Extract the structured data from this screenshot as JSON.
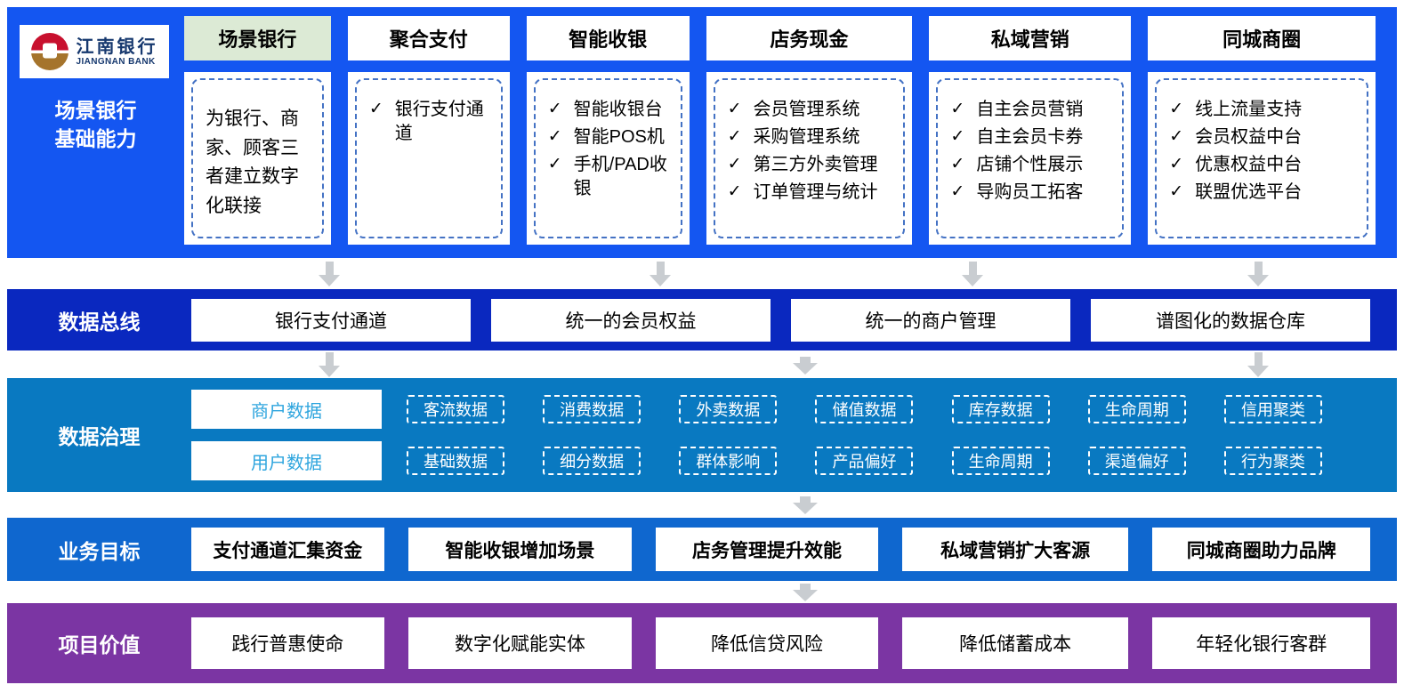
{
  "bank": {
    "name_cn": "江南银行",
    "name_en": "JIANGNAN BANK"
  },
  "icons": {
    "check": "✓"
  },
  "colors": {
    "capability_blue": "#1456F1",
    "bus_dark_blue": "#0A28BF",
    "governance_blue": "#0979C1",
    "goals_blue": "#0F67CF",
    "values_purple": "#7B35A3",
    "header_highlight_green": "#DCEAD5",
    "dashed_border_blue": "#4472C4",
    "category_text_blue": "#2EA5DE",
    "arrow_gray": "#C9CDD1"
  },
  "capability_section": {
    "side_label_line1": "场景银行",
    "side_label_line2": "基础能力",
    "columns": [
      {
        "header": "场景银行",
        "highlight": true,
        "paragraph": "为银行、商家、顾客三者建立数字化联接"
      },
      {
        "header": "聚合支付",
        "items": [
          "银行支付通道"
        ]
      },
      {
        "header": "智能收银",
        "items": [
          "智能收银台",
          "智能POS机",
          "手机/PAD收银"
        ]
      },
      {
        "header": "店务现金",
        "items": [
          "会员管理系统",
          "采购管理系统",
          "第三方外卖管理",
          "订单管理与统计"
        ]
      },
      {
        "header": "私域营销",
        "items": [
          "自主会员营销",
          "自主会员卡券",
          "店铺个性展示",
          "导购员工拓客"
        ]
      },
      {
        "header": "同城商圈",
        "items": [
          "线上流量支持",
          "会员权益中台",
          "优惠权益中台",
          "联盟优选平台"
        ]
      }
    ]
  },
  "data_bus": {
    "label": "数据总线",
    "items": [
      "银行支付通道",
      "统一的会员权益",
      "统一的商户管理",
      "谱图化的数据仓库"
    ]
  },
  "data_governance": {
    "label": "数据治理",
    "rows": [
      {
        "category": "商户数据",
        "tags": [
          "客流数据",
          "消费数据",
          "外卖数据",
          "储值数据",
          "库存数据",
          "生命周期",
          "信用聚类"
        ]
      },
      {
        "category": "用户数据",
        "tags": [
          "基础数据",
          "细分数据",
          "群体影响",
          "产品偏好",
          "生命周期",
          "渠道偏好",
          "行为聚类"
        ]
      }
    ]
  },
  "business_goals": {
    "label": "业务目标",
    "items": [
      "支付通道汇集资金",
      "智能收银增加场景",
      "店务管理提升效能",
      "私域营销扩大客源",
      "同城商圈助力品牌"
    ]
  },
  "project_values": {
    "label": "项目价值",
    "items": [
      "践行普惠使命",
      "数字化赋能实体",
      "降低信贷风险",
      "降低储蓄成本",
      "年轻化银行客群"
    ]
  }
}
